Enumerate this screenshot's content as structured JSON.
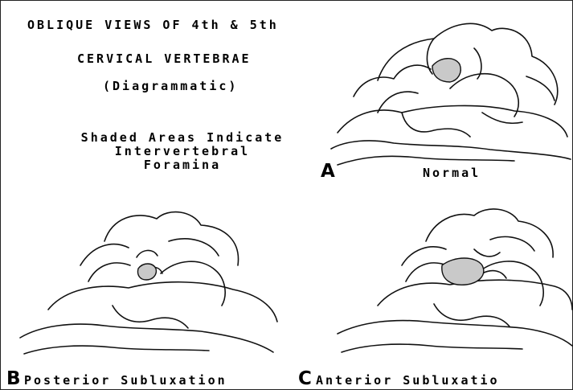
{
  "title": {
    "line1": "OBLIQUE VIEWS OF 4th & 5th",
    "line2": "CERVICAL VERTEBRAE",
    "line3": "(Diagrammatic)"
  },
  "note": {
    "line1": "Shaded Areas Indicate",
    "line2": "Intervertebral",
    "line3": "Foramina"
  },
  "panels": [
    {
      "letter": "A",
      "caption": "Normal"
    },
    {
      "letter": "B",
      "caption": "Posterior Subluxation"
    },
    {
      "letter": "C",
      "caption": "Anterior Subluxatio"
    }
  ],
  "colors": {
    "shade": "#c9c9c9",
    "line": "#111111"
  }
}
